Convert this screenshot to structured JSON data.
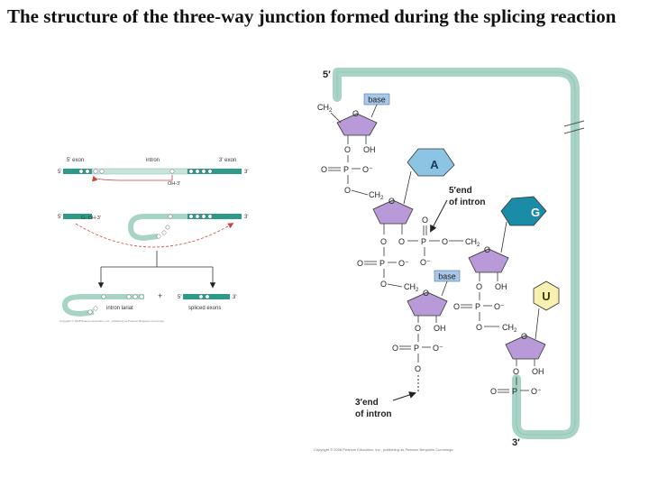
{
  "title": "The structure of the three-way junction formed during the splicing reaction",
  "colors": {
    "rna_backbone": "#a8d4c8",
    "rna_backbone_edge": "#6aa898",
    "exon_teal": "#2e9a8a",
    "ribose_purple": "#b89ad8",
    "adenine_blue": "#8cc4e4",
    "guanine_teal": "#1a8ca8",
    "uracil_yellow": "#f8f0b0",
    "base_tag": "#a8c8e8",
    "splice_arrow_red": "#d04040"
  },
  "schematic": {
    "exon5": "5' exon",
    "intron": "intron",
    "exon3": "3' exon",
    "five_prime": "5'",
    "three_prime": "3'",
    "oh_label": "OH-3'",
    "oh3_label": "G- OH-3'",
    "intron_lariat": "intron lariat",
    "spliced_exons": "spliced exons",
    "plus": "+",
    "caption_small": "Copyright © 2008 Pearson Education, Inc., publishing as Pearson Benjamin Cummings."
  },
  "structure": {
    "five_prime_end": "5′",
    "three_prime_end": "3′",
    "base_tag": "base",
    "ch2": "CH",
    "ch2_sub": "2",
    "o": "O",
    "oh": "OH",
    "p": "P",
    "o_minus": "O⁻",
    "adenine": "A",
    "guanine": "G",
    "uracil": "U",
    "label_5end_intron_line1": "5′end",
    "label_5end_intron_line2": "of intron",
    "label_3end_intron_line1": "3′end",
    "label_3end_intron_line2": "of intron",
    "copyright": "Copyright © 2008 Pearson Education, Inc., publishing as Pearson Benjamin Cummings."
  }
}
